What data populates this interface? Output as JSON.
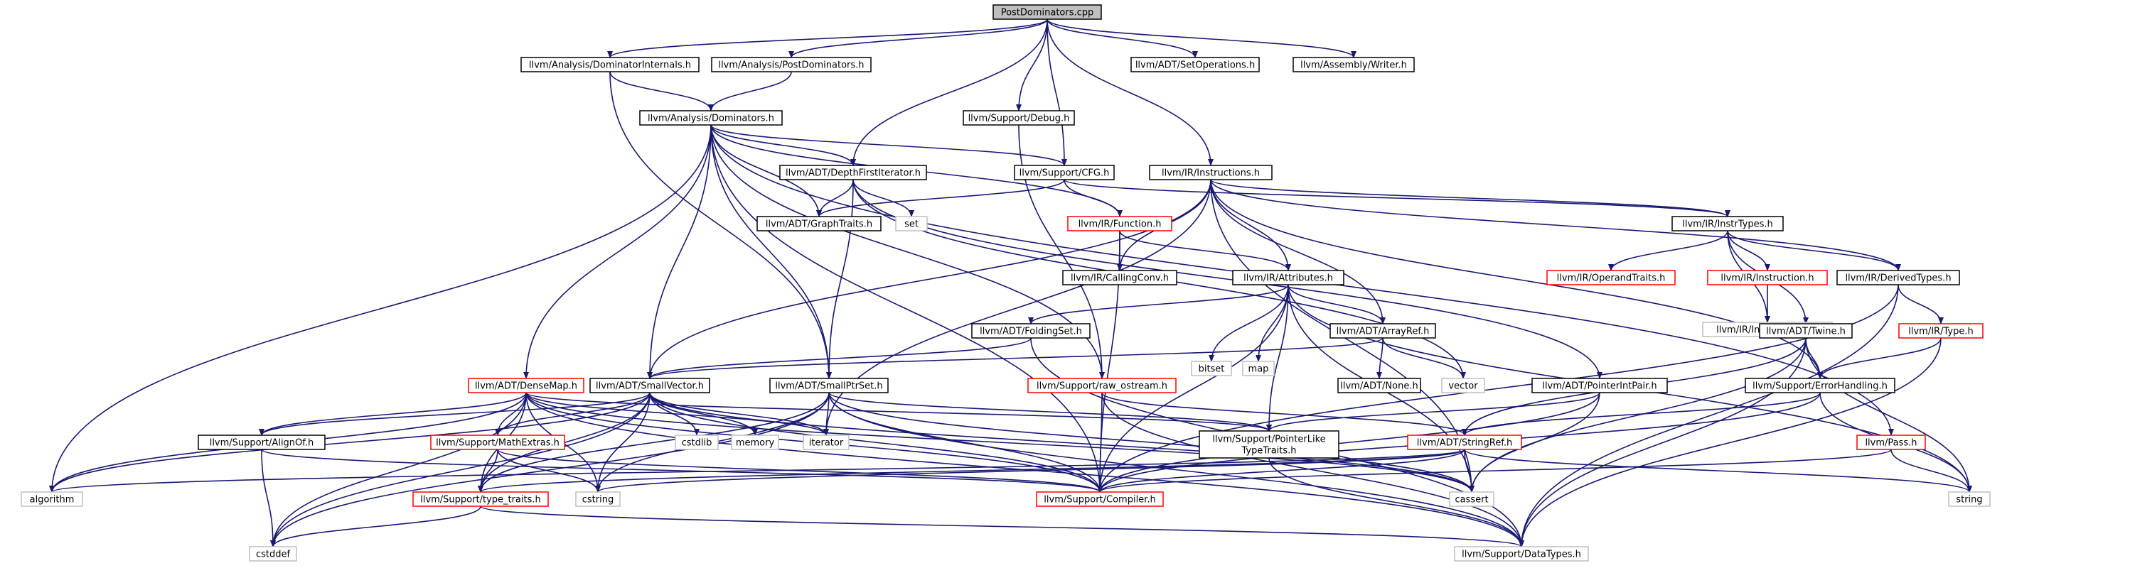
{
  "graph": {
    "colors": {
      "edge": "#191970",
      "normal_border": "#000000",
      "truncated_border": "#ff0000",
      "external_border": "#bfbfbf",
      "root_fill": "#bfbfbf",
      "fill": "#ffffff",
      "text": "#000000"
    },
    "nodes": [
      {
        "id": "root",
        "lines": [
          "PostDominators.cpp"
        ],
        "kind": "root"
      },
      {
        "id": "domint",
        "lines": [
          "llvm/Analysis/DominatorInternals.h"
        ],
        "kind": "normal"
      },
      {
        "id": "postdom",
        "lines": [
          "llvm/Analysis/PostDominators.h"
        ],
        "kind": "normal"
      },
      {
        "id": "setops",
        "lines": [
          "llvm/ADT/SetOperations.h"
        ],
        "kind": "normal"
      },
      {
        "id": "asmwriter",
        "lines": [
          "llvm/Assembly/Writer.h"
        ],
        "kind": "normal"
      },
      {
        "id": "dominators",
        "lines": [
          "llvm/Analysis/Dominators.h"
        ],
        "kind": "normal"
      },
      {
        "id": "debug",
        "lines": [
          "llvm/Support/Debug.h"
        ],
        "kind": "normal"
      },
      {
        "id": "dfiter",
        "lines": [
          "llvm/ADT/DepthFirstIterator.h"
        ],
        "kind": "normal"
      },
      {
        "id": "cfg",
        "lines": [
          "llvm/Support/CFG.h"
        ],
        "kind": "normal"
      },
      {
        "id": "instructions",
        "lines": [
          "llvm/IR/Instructions.h"
        ],
        "kind": "normal"
      },
      {
        "id": "graphtraits",
        "lines": [
          "llvm/ADT/GraphTraits.h"
        ],
        "kind": "normal"
      },
      {
        "id": "set",
        "lines": [
          "set"
        ],
        "kind": "external"
      },
      {
        "id": "function",
        "lines": [
          "llvm/IR/Function.h"
        ],
        "kind": "truncated"
      },
      {
        "id": "instrtypes",
        "lines": [
          "llvm/IR/InstrTypes.h"
        ],
        "kind": "normal"
      },
      {
        "id": "operandtraits",
        "lines": [
          "llvm/IR/OperandTraits.h"
        ],
        "kind": "truncated"
      },
      {
        "id": "instruction",
        "lines": [
          "llvm/IR/Instruction.h"
        ],
        "kind": "truncated"
      },
      {
        "id": "derivedtypes",
        "lines": [
          "llvm/IR/DerivedTypes.h"
        ],
        "kind": "normal"
      },
      {
        "id": "callingconv",
        "lines": [
          "llvm/IR/CallingConv.h"
        ],
        "kind": "normal"
      },
      {
        "id": "attributes",
        "lines": [
          "llvm/IR/Attributes.h"
        ],
        "kind": "normal"
      },
      {
        "id": "instrdef",
        "lines": [
          "llvm/IR/Instruction.def"
        ],
        "kind": "external"
      },
      {
        "id": "type",
        "lines": [
          "llvm/IR/Type.h"
        ],
        "kind": "truncated"
      },
      {
        "id": "foldingset",
        "lines": [
          "llvm/ADT/FoldingSet.h"
        ],
        "kind": "normal"
      },
      {
        "id": "bitset",
        "lines": [
          "bitset"
        ],
        "kind": "external"
      },
      {
        "id": "map",
        "lines": [
          "map"
        ],
        "kind": "external"
      },
      {
        "id": "arrayref",
        "lines": [
          "llvm/ADT/ArrayRef.h"
        ],
        "kind": "normal"
      },
      {
        "id": "twine",
        "lines": [
          "llvm/ADT/Twine.h"
        ],
        "kind": "normal"
      },
      {
        "id": "densemap",
        "lines": [
          "llvm/ADT/DenseMap.h"
        ],
        "kind": "truncated"
      },
      {
        "id": "smallvector",
        "lines": [
          "llvm/ADT/SmallVector.h"
        ],
        "kind": "normal"
      },
      {
        "id": "smallptrset",
        "lines": [
          "llvm/ADT/SmallPtrSet.h"
        ],
        "kind": "normal"
      },
      {
        "id": "rawostream",
        "lines": [
          "llvm/Support/raw_ostream.h"
        ],
        "kind": "truncated"
      },
      {
        "id": "nonet",
        "lines": [
          "llvm/ADT/None.h"
        ],
        "kind": "normal"
      },
      {
        "id": "vector",
        "lines": [
          "vector"
        ],
        "kind": "external"
      },
      {
        "id": "pointerintpair",
        "lines": [
          "llvm/ADT/PointerIntPair.h"
        ],
        "kind": "normal"
      },
      {
        "id": "errorhandling",
        "lines": [
          "llvm/Support/ErrorHandling.h"
        ],
        "kind": "normal"
      },
      {
        "id": "alignof",
        "lines": [
          "llvm/Support/AlignOf.h"
        ],
        "kind": "normal"
      },
      {
        "id": "mathextras",
        "lines": [
          "llvm/Support/MathExtras.h"
        ],
        "kind": "truncated"
      },
      {
        "id": "cstdlib",
        "lines": [
          "cstdlib"
        ],
        "kind": "external"
      },
      {
        "id": "memory",
        "lines": [
          "memory"
        ],
        "kind": "external"
      },
      {
        "id": "iterator",
        "lines": [
          "iterator"
        ],
        "kind": "external"
      },
      {
        "id": "pointerlike",
        "lines": [
          "llvm/Support/PointerLike",
          "TypeTraits.h"
        ],
        "kind": "normal"
      },
      {
        "id": "stringref",
        "lines": [
          "llvm/ADT/StringRef.h"
        ],
        "kind": "truncated"
      },
      {
        "id": "pass",
        "lines": [
          "llvm/Pass.h"
        ],
        "kind": "truncated"
      },
      {
        "id": "algorithm",
        "lines": [
          "algorithm"
        ],
        "kind": "external"
      },
      {
        "id": "typetraits",
        "lines": [
          "llvm/Support/type_traits.h"
        ],
        "kind": "truncated"
      },
      {
        "id": "cstring",
        "lines": [
          "cstring"
        ],
        "kind": "external"
      },
      {
        "id": "compiler",
        "lines": [
          "llvm/Support/Compiler.h"
        ],
        "kind": "truncated"
      },
      {
        "id": "cassert",
        "lines": [
          "cassert"
        ],
        "kind": "external"
      },
      {
        "id": "string",
        "lines": [
          "string"
        ],
        "kind": "external"
      },
      {
        "id": "cstddef",
        "lines": [
          "cstddef"
        ],
        "kind": "external"
      },
      {
        "id": "datatypes",
        "lines": [
          "llvm/Support/DataTypes.h"
        ],
        "kind": "external"
      }
    ],
    "edges": [
      [
        "root",
        "domint"
      ],
      [
        "root",
        "postdom"
      ],
      [
        "root",
        "setops"
      ],
      [
        "root",
        "asmwriter"
      ],
      [
        "root",
        "dfiter"
      ],
      [
        "root",
        "debug"
      ],
      [
        "root",
        "cfg"
      ],
      [
        "root",
        "instructions"
      ],
      [
        "domint",
        "dominators"
      ],
      [
        "domint",
        "smallptrset"
      ],
      [
        "postdom",
        "dominators"
      ],
      [
        "dominators",
        "dfiter"
      ],
      [
        "dominators",
        "graphtraits"
      ],
      [
        "dominators",
        "cfg"
      ],
      [
        "dominators",
        "function"
      ],
      [
        "dominators",
        "densemap"
      ],
      [
        "dominators",
        "smallvector"
      ],
      [
        "dominators",
        "smallptrset"
      ],
      [
        "dominators",
        "algorithm"
      ],
      [
        "dominators",
        "compiler"
      ],
      [
        "dominators",
        "rawostream"
      ],
      [
        "dominators",
        "pass"
      ],
      [
        "debug",
        "rawostream"
      ],
      [
        "dfiter",
        "graphtraits"
      ],
      [
        "dfiter",
        "set"
      ],
      [
        "dfiter",
        "smallptrset"
      ],
      [
        "dfiter",
        "pointerintpair"
      ],
      [
        "dfiter",
        "vector"
      ],
      [
        "cfg",
        "graphtraits"
      ],
      [
        "cfg",
        "function"
      ],
      [
        "cfg",
        "instrtypes"
      ],
      [
        "instructions",
        "instrtypes"
      ],
      [
        "instructions",
        "attributes"
      ],
      [
        "instructions",
        "callingconv"
      ],
      [
        "instructions",
        "derivedtypes"
      ],
      [
        "instructions",
        "arrayref"
      ],
      [
        "instructions",
        "smallvector"
      ],
      [
        "instructions",
        "iterator"
      ],
      [
        "instructions",
        "errorhandling"
      ],
      [
        "instructions",
        "cassert"
      ],
      [
        "function",
        "callingconv"
      ],
      [
        "function",
        "attributes"
      ],
      [
        "function",
        "compiler"
      ],
      [
        "instrtypes",
        "operandtraits"
      ],
      [
        "instrtypes",
        "instruction"
      ],
      [
        "instrtypes",
        "derivedtypes"
      ],
      [
        "instrtypes",
        "twine"
      ],
      [
        "instrtypes",
        "instrdef"
      ],
      [
        "instruction",
        "instrdef"
      ],
      [
        "derivedtypes",
        "type"
      ],
      [
        "derivedtypes",
        "datatypes"
      ],
      [
        "derivedtypes",
        "compiler"
      ],
      [
        "type",
        "errorhandling"
      ],
      [
        "type",
        "datatypes"
      ],
      [
        "attributes",
        "foldingset"
      ],
      [
        "attributes",
        "bitset"
      ],
      [
        "attributes",
        "map"
      ],
      [
        "attributes",
        "arrayref"
      ],
      [
        "attributes",
        "string"
      ],
      [
        "attributes",
        "pointerlike"
      ],
      [
        "attributes",
        "cassert"
      ],
      [
        "attributes",
        "compiler"
      ],
      [
        "foldingset",
        "smallvector"
      ],
      [
        "foldingset",
        "datatypes"
      ],
      [
        "arrayref",
        "nonet"
      ],
      [
        "arrayref",
        "smallvector"
      ],
      [
        "arrayref",
        "vector"
      ],
      [
        "twine",
        "stringref"
      ],
      [
        "twine",
        "errorhandling"
      ],
      [
        "twine",
        "string"
      ],
      [
        "twine",
        "cassert"
      ],
      [
        "twine",
        "datatypes"
      ],
      [
        "densemap",
        "alignof"
      ],
      [
        "densemap",
        "mathextras"
      ],
      [
        "densemap",
        "typetraits"
      ],
      [
        "densemap",
        "pointerlike"
      ],
      [
        "densemap",
        "algorithm"
      ],
      [
        "densemap",
        "cassert"
      ],
      [
        "densemap",
        "cstddef"
      ],
      [
        "densemap",
        "compiler"
      ],
      [
        "densemap",
        "iterator"
      ],
      [
        "densemap",
        "cstring"
      ],
      [
        "densemap",
        "datatypes"
      ],
      [
        "smallvector",
        "alignof"
      ],
      [
        "smallvector",
        "compiler"
      ],
      [
        "smallvector",
        "mathextras"
      ],
      [
        "smallvector",
        "typetraits"
      ],
      [
        "smallvector",
        "cstdlib"
      ],
      [
        "smallvector",
        "memory"
      ],
      [
        "smallvector",
        "iterator"
      ],
      [
        "smallvector",
        "cstring"
      ],
      [
        "smallvector",
        "algorithm"
      ],
      [
        "smallvector",
        "cassert"
      ],
      [
        "smallvector",
        "cstddef"
      ],
      [
        "smallptrset",
        "pointerlike"
      ],
      [
        "smallptrset",
        "compiler"
      ],
      [
        "smallptrset",
        "datatypes"
      ],
      [
        "smallptrset",
        "typetraits"
      ],
      [
        "smallptrset",
        "iterator"
      ],
      [
        "smallptrset",
        "cstring"
      ],
      [
        "smallptrset",
        "cassert"
      ],
      [
        "smallptrset",
        "cstddef"
      ],
      [
        "rawostream",
        "compiler"
      ],
      [
        "rawostream",
        "datatypes"
      ],
      [
        "rawostream",
        "stringref"
      ],
      [
        "pointerintpair",
        "pointerlike"
      ],
      [
        "pointerintpair",
        "compiler"
      ],
      [
        "pointerintpair",
        "cassert"
      ],
      [
        "errorhandling",
        "stringref"
      ],
      [
        "errorhandling",
        "compiler"
      ],
      [
        "errorhandling",
        "string"
      ],
      [
        "alignof",
        "cstddef"
      ],
      [
        "alignof",
        "compiler"
      ],
      [
        "mathextras",
        "typetraits"
      ],
      [
        "mathextras",
        "compiler"
      ],
      [
        "mathextras",
        "cstring"
      ],
      [
        "pointerlike",
        "datatypes"
      ],
      [
        "stringref",
        "typetraits"
      ],
      [
        "stringref",
        "algorithm"
      ],
      [
        "stringref",
        "cassert"
      ],
      [
        "stringref",
        "cstring"
      ],
      [
        "stringref",
        "string"
      ],
      [
        "stringref",
        "compiler"
      ],
      [
        "pass",
        "compiler"
      ],
      [
        "pass",
        "string"
      ],
      [
        "typetraits",
        "cstddef"
      ],
      [
        "typetraits",
        "datatypes"
      ]
    ]
  }
}
